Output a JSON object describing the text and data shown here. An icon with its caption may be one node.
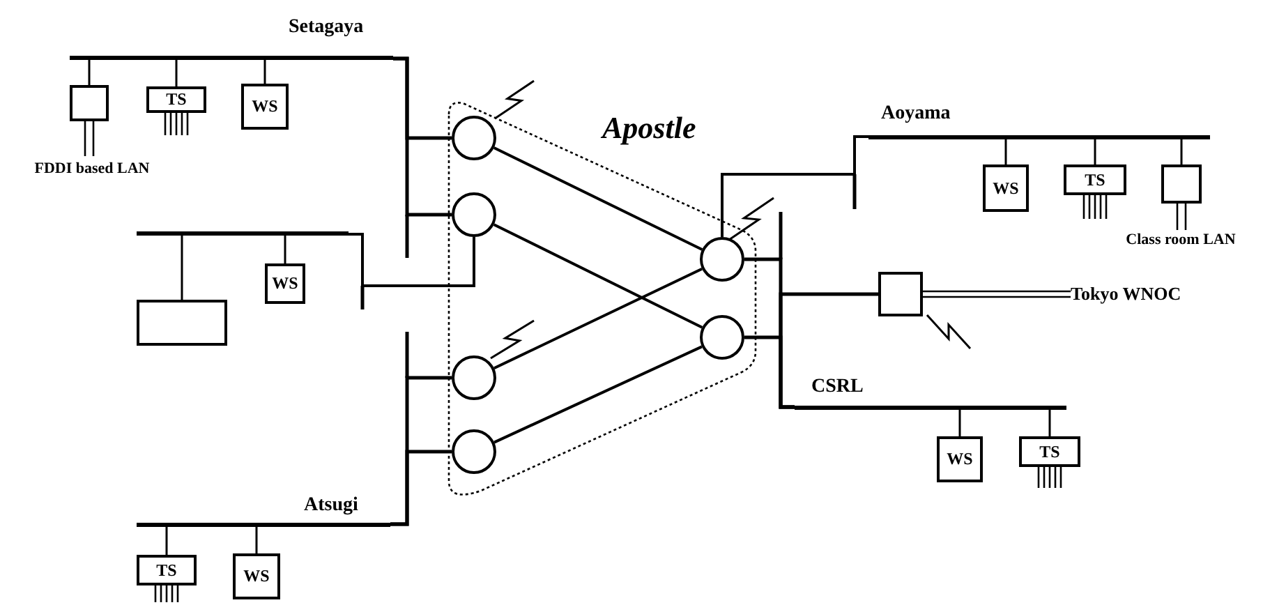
{
  "diagram": {
    "nodes": [
      {
        "text": [
          "Apostle"
        ]
      },
      {
        "text": [],
        "shape": "circle",
        "in": 0
      },
      {
        "text": [],
        "shape": "circle",
        "in": 0
      },
      {
        "text": [],
        "shape": "circle",
        "in": 0
      },
      {
        "text": [],
        "shape": "circle",
        "in": 0
      },
      {
        "text": [],
        "shape": "circle",
        "in": 0
      },
      {
        "text": [],
        "shape": "circle",
        "in": 0
      },
      {
        "text": [
          "Setagaya"
        ]
      },
      {
        "text": [],
        "shape": "box",
        "beside": [
          "FDDI based LAN"
        ]
      },
      {
        "text": [
          "TS"
        ]
      },
      {
        "text": [
          "WS"
        ]
      },
      {
        "text": [],
        "shape": "bar"
      },
      {
        "text": [],
        "shape": "box"
      },
      {
        "text": [
          "WS"
        ]
      },
      {
        "text": [
          "Atsugi"
        ]
      },
      {
        "text": [
          "TS"
        ]
      },
      {
        "text": [
          "WS"
        ]
      },
      {
        "text": [
          "Aoyama"
        ]
      },
      {
        "text": [
          "WS"
        ]
      },
      {
        "text": [
          "TS"
        ]
      },
      {
        "text": [],
        "shape": "box",
        "beside": [
          "Class room LAN"
        ]
      },
      {
        "text": [
          "CSRL"
        ]
      },
      {
        "text": [],
        "shape": "box"
      },
      {
        "text": [
          "Tokyo WNOC"
        ]
      },
      {
        "text": [
          "WS"
        ]
      },
      {
        "text": [
          "TS"
        ]
      }
    ],
    "edges": [
      {
        "from": 7,
        "to": 1,
        "arrow": "none"
      },
      {
        "from": 7,
        "to": 2,
        "arrow": "none"
      },
      {
        "from": 11,
        "to": 2,
        "arrow": "none"
      },
      {
        "from": 14,
        "to": 3,
        "arrow": "none"
      },
      {
        "from": 14,
        "to": 4,
        "arrow": "none"
      },
      {
        "from": 1,
        "to": 5,
        "arrow": "none"
      },
      {
        "from": 2,
        "to": 6,
        "arrow": "none"
      },
      {
        "from": 3,
        "to": 5,
        "arrow": "none"
      },
      {
        "from": 4,
        "to": 6,
        "arrow": "none"
      },
      {
        "from": 5,
        "to": 17,
        "arrow": "none"
      },
      {
        "from": 5,
        "to": 21,
        "arrow": "none"
      },
      {
        "from": 6,
        "to": 21,
        "arrow": "none"
      },
      {
        "from": 21,
        "to": 22,
        "arrow": "none"
      },
      {
        "from": 22,
        "to": 23,
        "arrow": "none"
      },
      {
        "from": 7,
        "to": 8,
        "arrow": "none"
      },
      {
        "from": 7,
        "to": 9,
        "arrow": "none"
      },
      {
        "from": 7,
        "to": 10,
        "arrow": "none"
      },
      {
        "from": 11,
        "to": 12,
        "arrow": "none"
      },
      {
        "from": 11,
        "to": 13,
        "arrow": "none"
      },
      {
        "from": 14,
        "to": 15,
        "arrow": "none"
      },
      {
        "from": 14,
        "to": 16,
        "arrow": "none"
      },
      {
        "from": 17,
        "to": 18,
        "arrow": "none"
      },
      {
        "from": 17,
        "to": 19,
        "arrow": "none"
      },
      {
        "from": 17,
        "to": 20,
        "arrow": "none"
      },
      {
        "from": 21,
        "to": 24,
        "arrow": "none"
      },
      {
        "from": 21,
        "to": 25,
        "arrow": "none"
      }
    ]
  }
}
